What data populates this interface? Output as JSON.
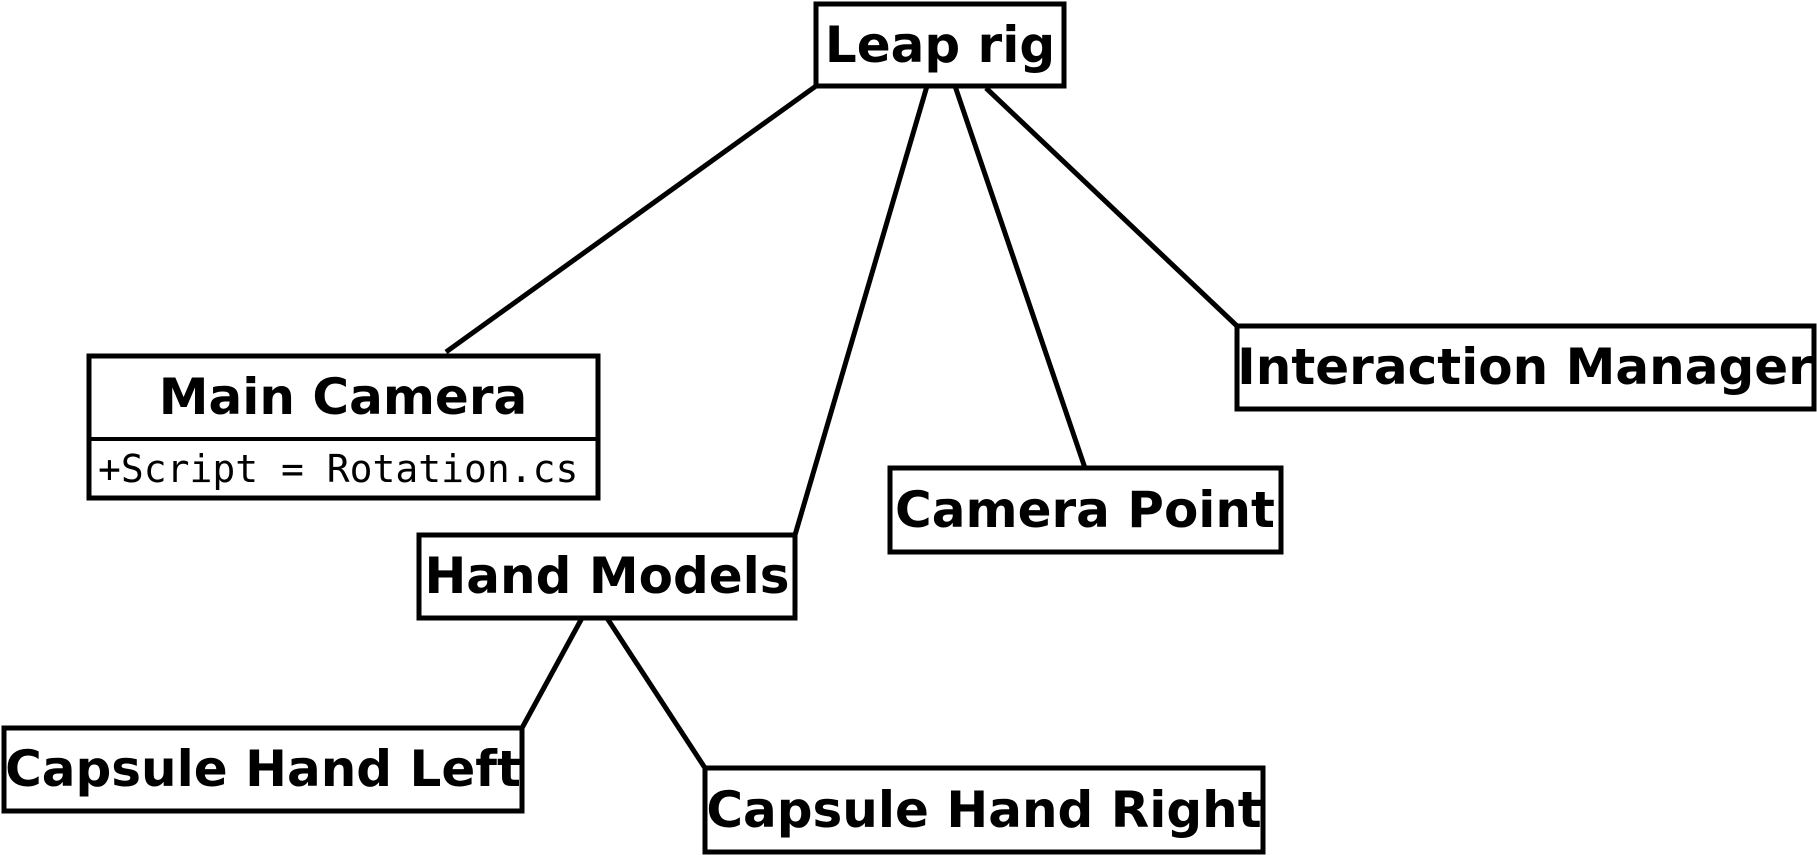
{
  "diagram": {
    "nodes": {
      "leap_rig": {
        "label": "Leap rig"
      },
      "main_camera": {
        "label": "Main Camera",
        "attribute": "+Script = Rotation.cs"
      },
      "hand_models": {
        "label": "Hand Models"
      },
      "camera_point": {
        "label": "Camera Point"
      },
      "interaction_manager": {
        "label": "Interaction Manager"
      },
      "capsule_hand_left": {
        "label": "Capsule Hand Left"
      },
      "capsule_hand_right": {
        "label": "Capsule Hand Right"
      }
    },
    "edges": [
      {
        "from": "leap_rig",
        "to": "main_camera"
      },
      {
        "from": "leap_rig",
        "to": "hand_models"
      },
      {
        "from": "leap_rig",
        "to": "camera_point"
      },
      {
        "from": "leap_rig",
        "to": "interaction_manager"
      },
      {
        "from": "hand_models",
        "to": "capsule_hand_left"
      },
      {
        "from": "hand_models",
        "to": "capsule_hand_right"
      }
    ]
  }
}
